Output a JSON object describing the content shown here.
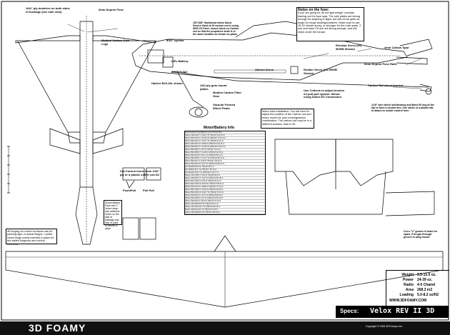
{
  "labels": {
    "ply_doublers": "1/64\" ply doublers on both sides of fuselage (see side view)",
    "gear_legs": "Molded Carbon Gear Legs",
    "fuse_6mm": "6mm Depron Fuse",
    "hardwood_block": "1/8\"x3/8\" Hardwood motor block. Secure block to fit carbon rod in using 6000 C9 Drive, mount block on Carbon rod so that the prop/drive shaft is in the same location as shown on plans",
    "prop_5_16": "5/16\" eyelets",
    "lipo": "LiPo Battery",
    "lipo_spec": "2/460/3s3p2",
    "ply_gear_mount": "1/64 ply gear mount plates",
    "elevator_servo": "Elevator Servo (HS-50/HB Shown)",
    "aileron_servo": "Aileron Servo",
    "rudder_servo": "Rudder Servo (HS-50/HB Shown)",
    "carbon_spar": "4mm Carbon Spar",
    "fuse_rails": "6mm Depron Fuse Rails",
    "carbon_tail": "Carbon Tail wheel bracket",
    "hacker": "Hacker B20-18L shown",
    "carbon_fiber_gear": "Molded Carbon Fiber Gear",
    "wheel_pants": "Vacuum Formed Wheel Pants",
    "wire_tail": "1/16\" wire wheel axle/bearing and Bend 90 deg at the top to form a control arm. Use sticks or a plastic tab to attach to rudder control horn",
    "collects": "Use Collects to adjust tension on pull-pull system. Mount using Dubro EZ Connectors",
    "cut_control": "Cut Control horns from 1/32\" ply or a plastic coffee can lid",
    "push_pull": "Push/Pull",
    "pull_pull": "Pull Pull",
    "mount_battery": "Mount Battery Pack with 1\" Velcro strap. Use adhesive Velcro on the side of fuselage and face of pack to secure in place",
    "hinging": "All hinging for control surfaces can be packing tape or actual hinges. I prefer robart hinge points inserted in place for the added longevity and control freeness.",
    "groove": "Cut a \"V\" groove in foam for spars. Put spar through groove in wing mount"
  },
  "notes": {
    "title": "Notes on the fuse:",
    "body": "If you are going for all out light weight, consider leaving out the fuse spar. The side plates are strong enough for anything in flight, but will not be quite as tough for rough landings/crashes. Make sure to use 15-20 minute epoxy, or stronger for the main parts. 2 mm and foam CA are not strong enough, and will crack under the torque."
  },
  "motor_note": "Motor stick installation: You will need to adjust the position of the Carbon rod and motor mount for your motor/gearbox combination. The carbon rod may be in a different location, that is OK.",
  "motor": {
    "title": "Motor/Battery Info",
    "rows": [
      "Motor/Gearbox  Prop  Battery  Current  Thrust  Time",
      "Hacker A20-20L/6.7:1  10x4.7  3s 730mAh  6.5A  13 oz",
      "Hacker B20-15L/6.7:1  10x7E  3s 1250mAh  7.5A  14 oz",
      "Hacker B20-18L/6.7:1  10x4.7  3s 730mAh  6A  12 oz",
      "Hacker B20-18L/4.4:1  9x6E  3s 1250mAh  8.3A  14 oz",
      "Hacker B20-26L/6.7:1  10x7E  3s 1250mAh  6.5A  13 oz",
      "Hacker B20-36S/7:1  11x7  3s 730mAh  7A  14 oz",
      "Hacker B20-36S/6.7:1  12x6  3s 1250mAh  9A  16 oz",
      "Hacker B20-26L/5:1  10x4.7  2s 1200mAh  8A  12 oz",
      "Hacker B20-36S/6.7:1  11x4.7  2s 1250mAh  9A  14 oz",
      "Hacker B20-18L/7:1  12x6  3s 730mAh  7.8A  15 oz",
      "Hacker B20-18L/4.4:1  10x7  2s 1200mAh  8.5A  13 oz",
      "AXi 2204/54  8x3.8  2s 730mAh  6A  9 oz",
      "AXi 2208/34  9x4.7  3s 730mAh  7.5A  13 oz",
      "AXi 2212/34  10x4.7  3s 1250mAh  9.1A  17 oz",
      "Hacker A10-13S/6.7:1  9x6  2s 730mAh  5A  9 oz",
      "Hacker A20-6XL/6.7:1  10x7  3s 1250mAh  8A  15 oz",
      "Hacker B12-14S/6.7:1  9x6  3s 730mAh  6A  12 oz",
      "Hacker B12-14S/4.4:1  8x3.8  3s 730mAh  6.8A  11 oz",
      "Hacker B20-15L/4.4:1  9x6E  2s 1250mAh  7A  12 oz",
      "Hacker B20-31S/6.7:1  12x6  2s 1200mAh  9A  15 oz",
      "Hacker B20-31S/4.4:1  10x4.7  3s 730mAh  7A  14 oz",
      "Hacker B20-26L/4.4:1  10x7  3s 1250mAh  9A  16 oz",
      "Hacker B20-36S/5:1  11x7  3s 1250mAh  8.5A  15 oz",
      "Hacker A20-20L/4.4:1  9x6  3s 730mAh  7A  13 oz",
      "Hacker A20-26M  9x3.8  3s 730mAh  6A  11 oz",
      "Hacker A20-34S  10x4.7  3s 1250mAh  8A  14 oz",
      "Hacker A20-22L  9x4.7  3s 730mAh  7A  12 oz",
      "Hacker A20-30M  8x3.8  3s 730mAh  6.5A  10 oz"
    ]
  },
  "specs": {
    "label": "Specs:",
    "items": [
      {
        "key": "Weight",
        "value": "9.5-15.5 oz."
      },
      {
        "key": "Power",
        "value": "24-39 oz."
      },
      {
        "key": "Radio",
        "value": "4-5 Chanel"
      },
      {
        "key": "Area",
        "value": "268.3 in2"
      },
      {
        "key": "Loading",
        "value": "5.0-8.2 oz/ft2"
      }
    ],
    "website": "WWW.3DFOAMY.COM",
    "title": "Velox REV II 3D"
  },
  "footer": {
    "brand": "3D FOAMY",
    "copyright": "Copyright © 2005 3DFoamy.com"
  },
  "colors": {
    "ink": "#000000",
    "paper": "#ffffff",
    "footer_bg": "#111111"
  }
}
